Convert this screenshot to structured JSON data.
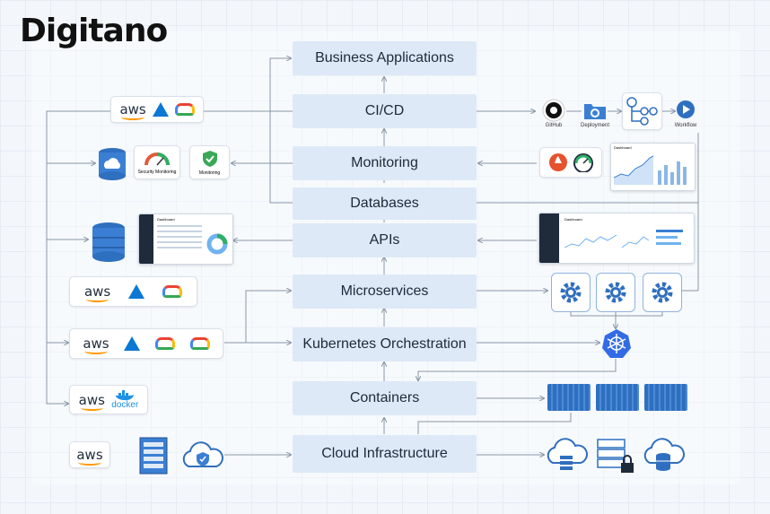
{
  "brand": {
    "logo_text": "Digitano"
  },
  "layers": [
    "Business Applications",
    "CI/CD",
    "Monitoring",
    "Databases",
    "APIs",
    "Microservices",
    "Kubernetes Orchestration",
    "Containers",
    "Cloud Infrastructure"
  ],
  "providers": {
    "aws": "aws",
    "docker": "docker"
  },
  "monitoring_cards": {
    "security": "Security Monitoring",
    "monitoring": "Monitoring"
  },
  "cicd_flow": {
    "github": "GitHub",
    "deployment": "Deployment",
    "workflow": "Workflow"
  },
  "dashboards": {
    "left": "Dashboard",
    "right": "Dashboard",
    "monitor": "Dashboard"
  },
  "colors": {
    "layer_bg": "#dde9f7",
    "accent_blue": "#2f6fbf",
    "aws_orange": "#ff9900",
    "arrow": "#8a96a6"
  },
  "icons": [
    "github-icon",
    "folder-gear-icon",
    "workflow-icon",
    "play-icon",
    "cloud-upload-icon",
    "gauge-icon",
    "shield-icon",
    "database-icon",
    "gear-icon",
    "kubernetes-icon",
    "container-icon",
    "cloud-icon",
    "server-icon",
    "lock-icon",
    "prometheus-icon"
  ]
}
